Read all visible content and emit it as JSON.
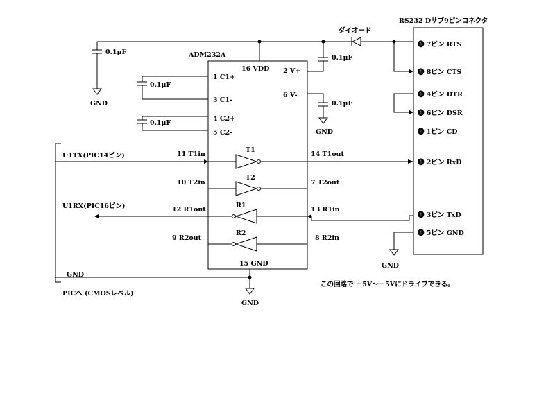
{
  "chip": {
    "name": "ADM232A",
    "pins": {
      "p1": "1  C1+",
      "p3": "3  C1-",
      "p4": "4  C2+",
      "p5": "5  C2-",
      "p16": "16  VDD",
      "p2": "2  V+",
      "p6": "6  V-",
      "p11": "11  T1in",
      "p10": "10  T2in",
      "p12": "12  R1out",
      "p9": "9  R2out",
      "p14": "14  T1out",
      "p7": "7  T2out",
      "p13": "13  R1in",
      "p8": "8  R2in",
      "p15": "15  GND"
    },
    "gates": {
      "t1": "T1",
      "t2": "T2",
      "r1": "R1",
      "r2": "R2"
    }
  },
  "caps": {
    "c_top_left": "0.1μF",
    "c1": "0.1μF",
    "c2": "0.1μF",
    "c_vplus": "0.1μF",
    "c_vminus": "0.1μF"
  },
  "gnd": {
    "left": "GND",
    "vminus": "GND",
    "chip": "GND",
    "rs232": "GND",
    "pic": "GND"
  },
  "diode": "ダイオード",
  "connector": {
    "title": "RS232  Dサブ9ピンコネクタ",
    "pins": [
      "❶ 7ピン  RTS",
      "❶ 8ピン  CTS",
      "❶ 4ピン  DTR",
      "❶ 6ピン  DSR",
      "❶ 1ピン  CD",
      "❶ 2ピン  RxD",
      "❶ 3ピン  TxD",
      "❶ 5ピン  GND"
    ]
  },
  "pic": {
    "u1tx": "U1TX(PIC14ピン)",
    "u1rx": "U1RX(PIC16ピン)",
    "label": "PICへ (CMOSレベル)"
  },
  "note": "この回路で ＋5V〜－5Vにドライブできる。"
}
